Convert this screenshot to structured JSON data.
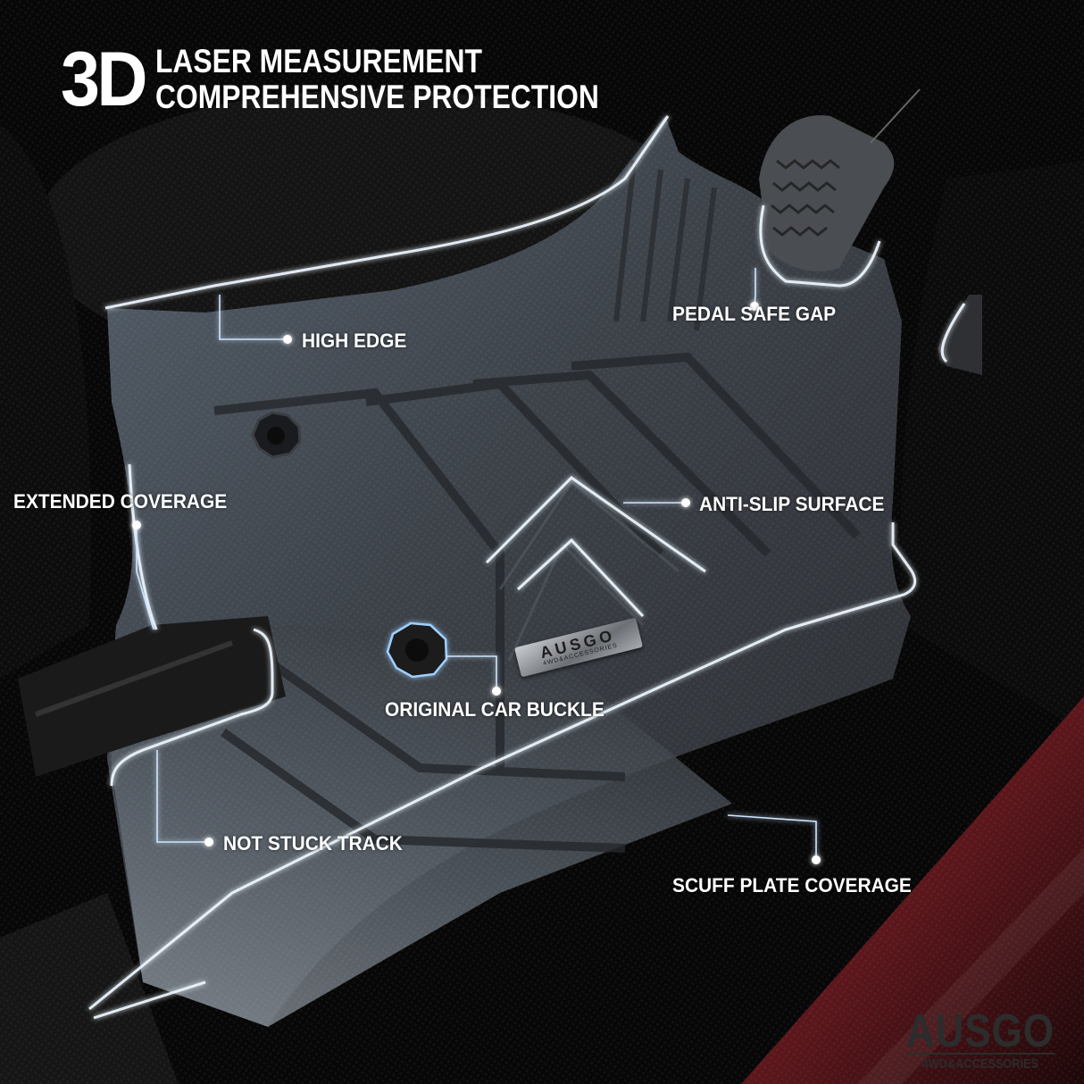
{
  "headline": {
    "big": "3D",
    "line1": "LASER MEASUREMENT",
    "line2": "COMPREHENSIVE PROTECTION"
  },
  "callouts": [
    {
      "id": "high-edge",
      "label": "HIGH EDGE"
    },
    {
      "id": "pedal-safe-gap",
      "label": "PEDAL SAFE GAP"
    },
    {
      "id": "extended-coverage",
      "label": "EXTENDED COVERAGE"
    },
    {
      "id": "anti-slip-surface",
      "label": "ANTI-SLIP SURFACE"
    },
    {
      "id": "original-car-buckle",
      "label": "ORIGINAL CAR BUCKLE"
    },
    {
      "id": "not-stuck-track",
      "label": "NOT STUCK TRACK"
    },
    {
      "id": "scuff-plate-coverage",
      "label": "SCUFF PLATE COVERAGE"
    }
  ],
  "mat_badge": {
    "brand": "AUSGO",
    "sub": "4WD&ACCESSORIES"
  },
  "watermark": {
    "brand": "AUSGO",
    "sub": "4WD&ACCESSORIES"
  },
  "colors": {
    "background": "#050505",
    "mat": "#3a3e43",
    "outline_glow": "#9fd0ff",
    "text": "#ffffff",
    "sill_red": "#5a1418"
  }
}
